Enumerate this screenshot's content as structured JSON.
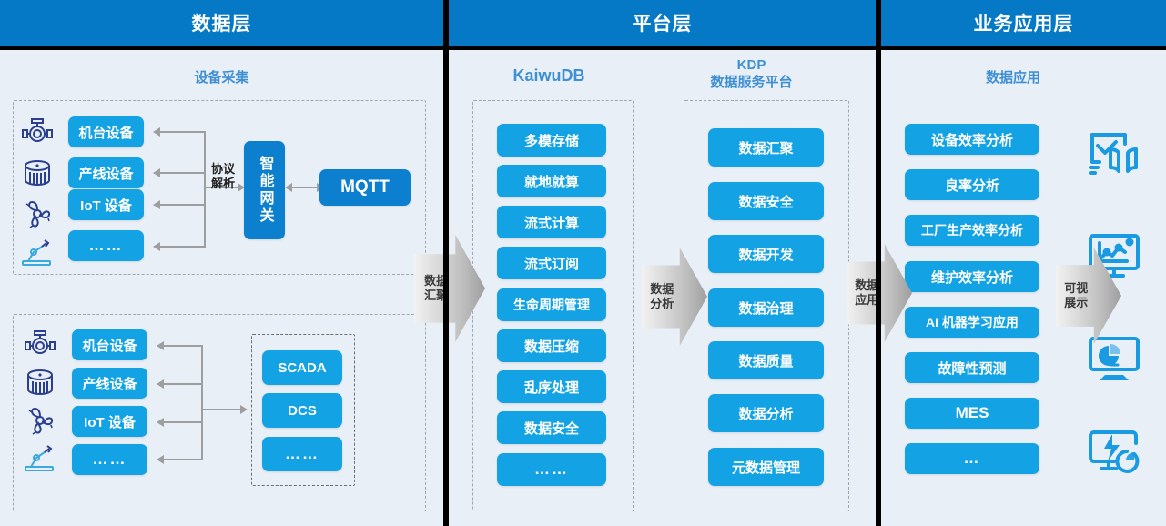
{
  "layers": {
    "data_layer": {
      "title": "数据层",
      "sub": "设备采集"
    },
    "platform_layer": {
      "title": "平台层",
      "sub_kaiwudb": "KaiwuDB",
      "sub_kdp": "KDP\n数据服务平台"
    },
    "business_layer": {
      "title": "业务应用层",
      "sub": "数据应用"
    }
  },
  "data_layer_top": {
    "devices": [
      {
        "label": "机台设备",
        "icon": "valve-icon"
      },
      {
        "label": "产线设备",
        "icon": "drum-motor-icon"
      },
      {
        "label": "IoT 设备",
        "icon": "fan-icon"
      },
      {
        "label": "……",
        "icon": "robot-arm-icon"
      }
    ],
    "protocol_label": "协议\n解析",
    "gateway": "智能网关",
    "broker": "MQTT"
  },
  "data_layer_bottom": {
    "devices": [
      {
        "label": "机台设备",
        "icon": "valve-icon"
      },
      {
        "label": "产线设备",
        "icon": "drum-motor-icon"
      },
      {
        "label": "IoT 设备",
        "icon": "fan-icon"
      },
      {
        "label": "……",
        "icon": "robot-arm-icon"
      }
    ],
    "systems": [
      "SCADA",
      "DCS",
      "……"
    ]
  },
  "kaiwudb_features": [
    "多模存储",
    "就地就算",
    "流式计算",
    "流式订阅",
    "生命周期管理",
    "数据压缩",
    "乱序处理",
    "数据安全",
    "……"
  ],
  "kdp_features": [
    "数据汇聚",
    "数据安全",
    "数据开发",
    "数据治理",
    "数据质量",
    "数据分析",
    "元数据管理"
  ],
  "applications": [
    "设备效率分析",
    "良率分析",
    "工厂生产效率分析",
    "维护效率分析",
    "AI 机器学习应用",
    "故障性预测",
    "MES",
    "…"
  ],
  "flow_arrows": [
    {
      "label": "数据\n汇聚"
    },
    {
      "label": "数据\n分析"
    },
    {
      "label": "数据\n应用"
    },
    {
      "label": "可视\n展示"
    }
  ],
  "visual_icons": [
    "dashboard-book-icon",
    "monitor-line-chart-icon",
    "monitor-pie-chart-icon",
    "monitor-power-analytics-icon"
  ],
  "colors": {
    "header_blue": "#0579c6",
    "panel_bg": "#e8eff7",
    "chip_blue": "#13a3e5",
    "chip_deep_blue": "#0d7fcf",
    "subtitle_blue": "#3f8fd4",
    "divider_black": "#000000",
    "line_grey": "#9e9e9e"
  }
}
